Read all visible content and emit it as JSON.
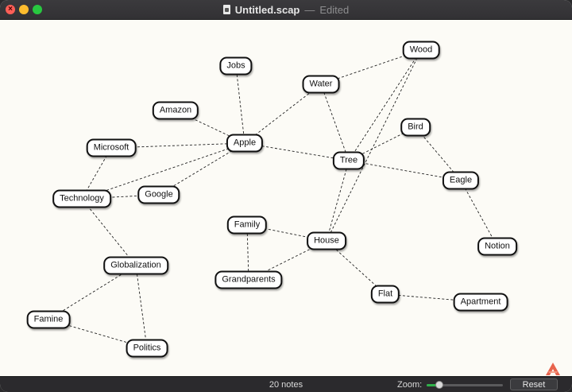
{
  "window": {
    "title": "Untitled.scap",
    "separator": "—",
    "status": "Edited"
  },
  "graph": {
    "nodes": [
      {
        "id": "wood",
        "label": "Wood"
      },
      {
        "id": "jobs",
        "label": "Jobs"
      },
      {
        "id": "water",
        "label": "Water"
      },
      {
        "id": "amazon",
        "label": "Amazon"
      },
      {
        "id": "bird",
        "label": "Bird"
      },
      {
        "id": "microsoft",
        "label": "Microsoft"
      },
      {
        "id": "apple",
        "label": "Apple"
      },
      {
        "id": "tree",
        "label": "Tree"
      },
      {
        "id": "eagle",
        "label": "Eagle"
      },
      {
        "id": "technology",
        "label": "Technology"
      },
      {
        "id": "google",
        "label": "Google"
      },
      {
        "id": "family",
        "label": "Family"
      },
      {
        "id": "house",
        "label": "House"
      },
      {
        "id": "notion",
        "label": "Notion"
      },
      {
        "id": "globalization",
        "label": "Globalization"
      },
      {
        "id": "grandparents",
        "label": "Grandparents"
      },
      {
        "id": "flat",
        "label": "Flat"
      },
      {
        "id": "apartment",
        "label": "Apartment"
      },
      {
        "id": "famine",
        "label": "Famine"
      },
      {
        "id": "politics",
        "label": "Politics"
      }
    ],
    "edges": [
      [
        "jobs",
        "apple"
      ],
      [
        "amazon",
        "apple"
      ],
      [
        "microsoft",
        "apple"
      ],
      [
        "technology",
        "apple"
      ],
      [
        "google",
        "apple"
      ],
      [
        "apple",
        "water"
      ],
      [
        "apple",
        "tree"
      ],
      [
        "water",
        "wood"
      ],
      [
        "water",
        "tree"
      ],
      [
        "wood",
        "tree"
      ],
      [
        "wood",
        "house"
      ],
      [
        "bird",
        "tree"
      ],
      [
        "bird",
        "eagle"
      ],
      [
        "tree",
        "eagle"
      ],
      [
        "tree",
        "house"
      ],
      [
        "eagle",
        "notion"
      ],
      [
        "microsoft",
        "technology"
      ],
      [
        "technology",
        "google"
      ],
      [
        "technology",
        "globalization"
      ],
      [
        "globalization",
        "famine"
      ],
      [
        "globalization",
        "politics"
      ],
      [
        "famine",
        "politics"
      ],
      [
        "family",
        "house"
      ],
      [
        "family",
        "grandparents"
      ],
      [
        "grandparents",
        "house"
      ],
      [
        "house",
        "flat"
      ],
      [
        "flat",
        "apartment"
      ]
    ]
  },
  "statusbar": {
    "notes_count": "20 notes",
    "zoom_label": "Zoom:",
    "zoom_level": 0.17,
    "reset_label": "Reset"
  },
  "colors": {
    "zoom_fill": "#2fb14a",
    "close": "#ff5f57",
    "minimize": "#febc2e",
    "maximize": "#28c840",
    "brand": "#e5533b"
  },
  "icons": {
    "document": "document-icon",
    "brand": "brand-logo-icon"
  }
}
